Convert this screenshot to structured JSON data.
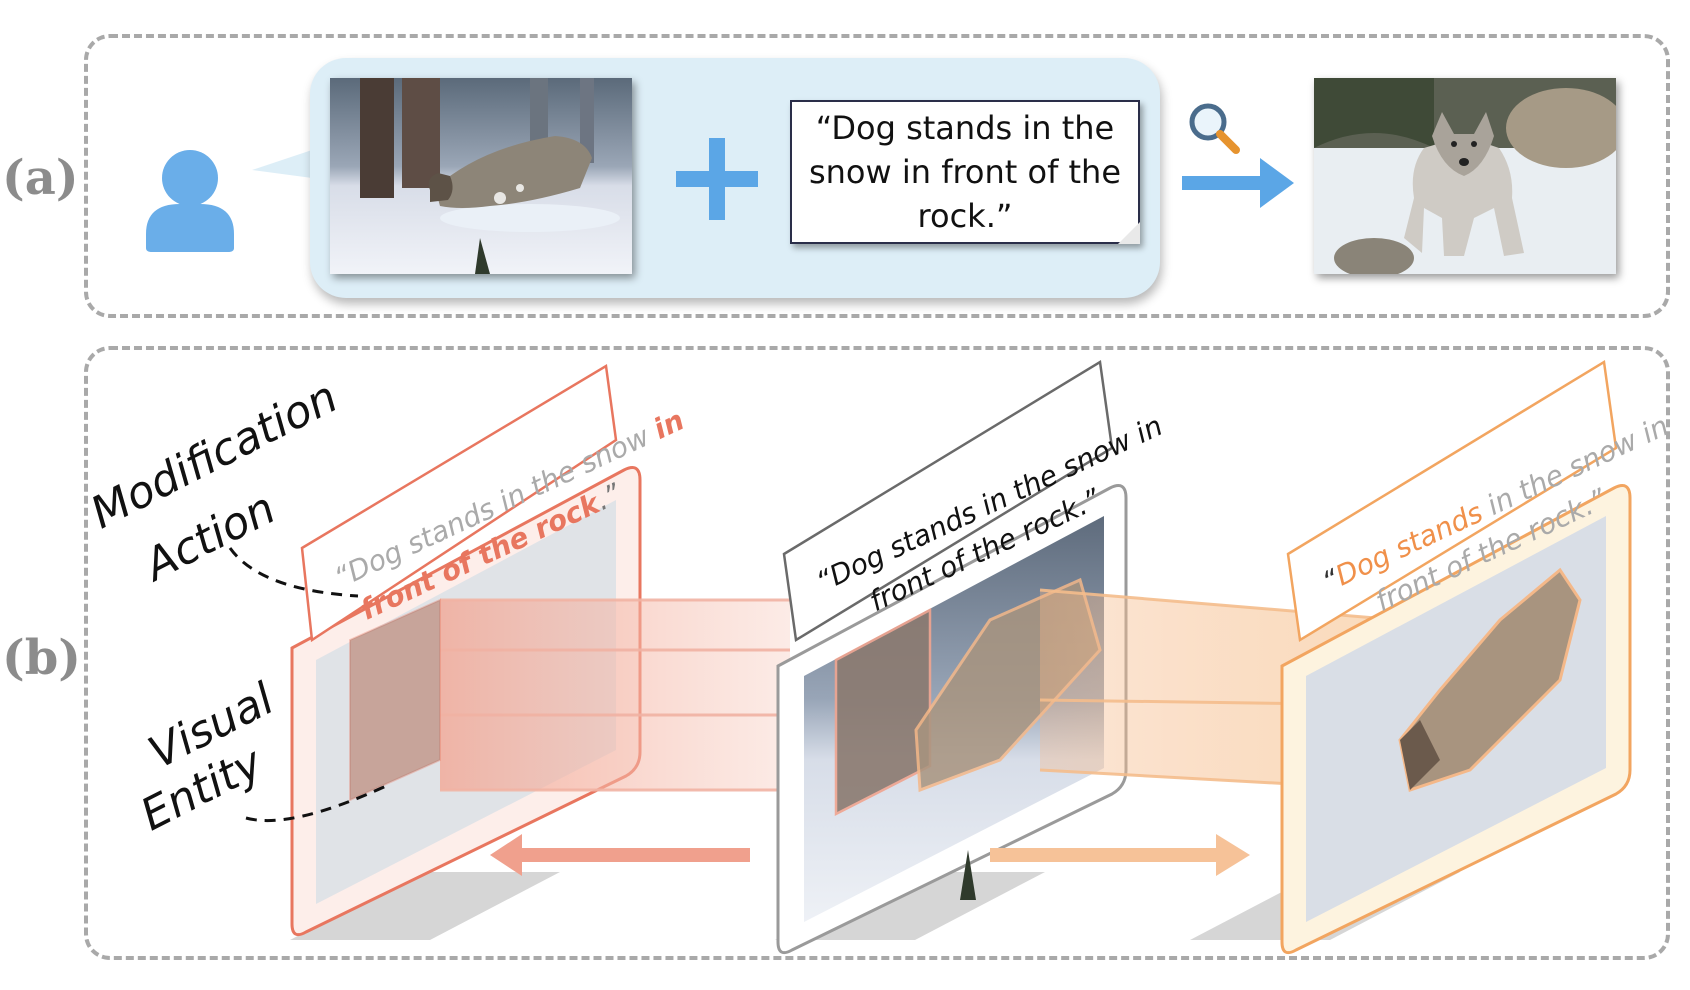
{
  "panel_labels": {
    "a": "(a)",
    "b": "(b)"
  },
  "panel_a": {
    "query_text": "“Dog stands in the snow in front of the rock.”"
  },
  "panel_b": {
    "modification_label": {
      "line1": "Modification",
      "line2": "Action"
    },
    "visual_label": {
      "line1": "Visual",
      "line2": "Entity"
    },
    "left_card": {
      "gray1": "“Dog stands in the snow ",
      "red1": "in",
      "red2": "front of the rock",
      "gray2": ".”"
    },
    "middle_card": {
      "line1": "“Dog stands in the snow in",
      "line2": "front of the rock.”"
    },
    "right_card": {
      "orange1": "Dog stands",
      "gray1": " in the snow in",
      "gray2": "front of the rock.”",
      "open_quote": "“"
    }
  },
  "colors": {
    "user_icon": "#6aaee9",
    "arrow_blue": "#5ba6e6",
    "left_accent": "#e8765f",
    "right_accent": "#f2a560",
    "dashed_border": "#a9a9a9"
  }
}
